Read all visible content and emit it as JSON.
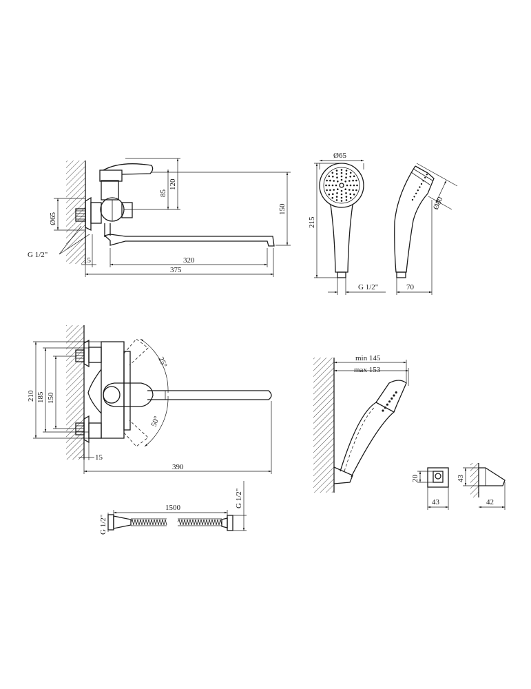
{
  "labels": {
    "top_d65_side": "Ø65",
    "top_g12": "G 1/2\"",
    "top_15": "15",
    "top_320": "320",
    "top_375": "375",
    "top_85": "85",
    "top_120": "120",
    "top_150": "150",
    "head_d65": "Ø65",
    "head_215": "215",
    "head_g12": "G 1/2\"",
    "head_70": "70",
    "head_d80": "Ø80",
    "mid_210": "210",
    "mid_185": "185",
    "mid_150": "150",
    "mid_15": "15",
    "mid_390": "390",
    "mid_25deg": "25°",
    "mid_50deg": "50°",
    "holder_min": "min 145",
    "holder_max": "max 153",
    "clip_20": "20",
    "clip_43_w": "43",
    "clip_43_h": "43",
    "clip_42": "42",
    "hose_1500": "1500",
    "hose_g12_left": "G 1/2\"",
    "hose_g12_right": "G 1/2\""
  }
}
